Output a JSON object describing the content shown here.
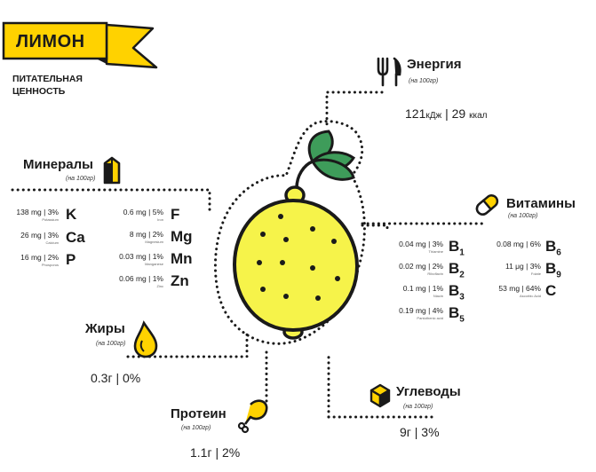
{
  "header": {
    "title": "ЛИМОН",
    "subtitle_line1": "ПИТАТЕЛЬНАЯ",
    "subtitle_line2": "ЦЕННОСТЬ"
  },
  "colors": {
    "yellow": "#FFD200",
    "lemon": "#F6F34A",
    "green": "#3E9C5A",
    "dark": "#1a1a1a"
  },
  "energy": {
    "title": "Энергия",
    "per": "(на 100гр)",
    "kj": "121",
    "kj_unit": "кДж",
    "sep": "|",
    "kcal": "29",
    "kcal_unit": "ккал"
  },
  "minerals": {
    "title": "Минералы",
    "per": "(на 100гр)",
    "items": [
      {
        "amount": "138 mg | 3%",
        "name": "Potassium",
        "symbol": "K"
      },
      {
        "amount": "26 mg | 3%",
        "name": "Calcium",
        "symbol": "Ca"
      },
      {
        "amount": "16 mg | 2%",
        "name": "Phosporus",
        "symbol": "P"
      },
      {
        "amount": "0.6 mg | 5%",
        "name": "Iron",
        "symbol": "F"
      },
      {
        "amount": "8 mg | 2%",
        "name": "Magnesium",
        "symbol": "Mg"
      },
      {
        "amount": "0.03 mg | 1%",
        "name": "Manganese",
        "symbol": "Mn"
      },
      {
        "amount": "0.06 mg | 1%",
        "name": "Zinc",
        "symbol": "Zn"
      }
    ]
  },
  "vitamins": {
    "title": "Витамины",
    "per": "(на 100гр)",
    "items": [
      {
        "amount": "0.04 mg | 3%",
        "name": "Thiamine",
        "symbol": "B",
        "sub": "1"
      },
      {
        "amount": "0.02 mg | 2%",
        "name": "Riboflavin",
        "symbol": "B",
        "sub": "2"
      },
      {
        "amount": "0.1 mg | 1%",
        "name": "Niacin",
        "symbol": "B",
        "sub": "3"
      },
      {
        "amount": "0.19 mg | 4%",
        "name": "Pantothenic acid",
        "symbol": "B",
        "sub": "5"
      },
      {
        "amount": "0.08 mg | 6%",
        "name": "",
        "symbol": "B",
        "sub": "6"
      },
      {
        "amount": "11 μg | 3%",
        "name": "Folate",
        "symbol": "B",
        "sub": "9"
      },
      {
        "amount": "53 mg | 64%",
        "name": "Ascorbic Acid",
        "symbol": "C",
        "sub": ""
      }
    ]
  },
  "fats": {
    "title": "Жиры",
    "per": "(на 100гр)",
    "value": "0.3г | 0%"
  },
  "protein": {
    "title": "Протеин",
    "per": "(на 100гр)",
    "value": "1.1г | 2%"
  },
  "carbs": {
    "title": "Углеводы",
    "per": "(на 100гр)",
    "value": "9г | 3%"
  }
}
